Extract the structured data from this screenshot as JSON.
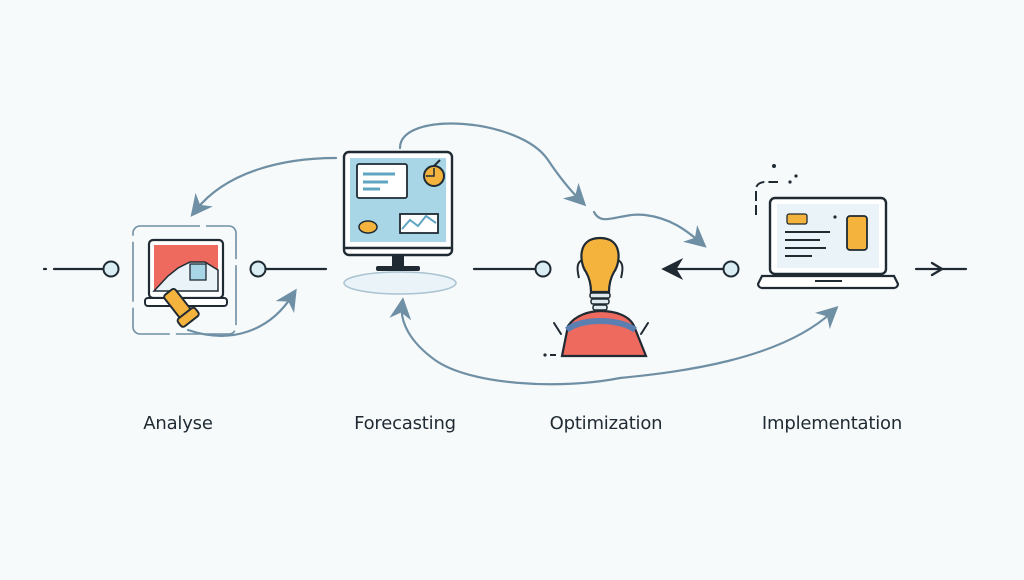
{
  "diagram": {
    "steps": [
      {
        "label": "Analyse",
        "icon": "analysis-icon"
      },
      {
        "label": "Forecasting",
        "icon": "monitor-chart-icon"
      },
      {
        "label": "Optimization",
        "icon": "lightbulb-person-icon"
      },
      {
        "label": "Implementation",
        "icon": "laptop-icon"
      }
    ]
  },
  "colors": {
    "background": "#f7fafb",
    "line": "#1f2a33",
    "arrow": "#6f8fa4",
    "node_fill": "#d9edf3",
    "accent_red": "#ef6a5e",
    "accent_yellow": "#f3b33d",
    "accent_blue": "#5b7fb0",
    "screen_blue": "#a9d6e6"
  }
}
